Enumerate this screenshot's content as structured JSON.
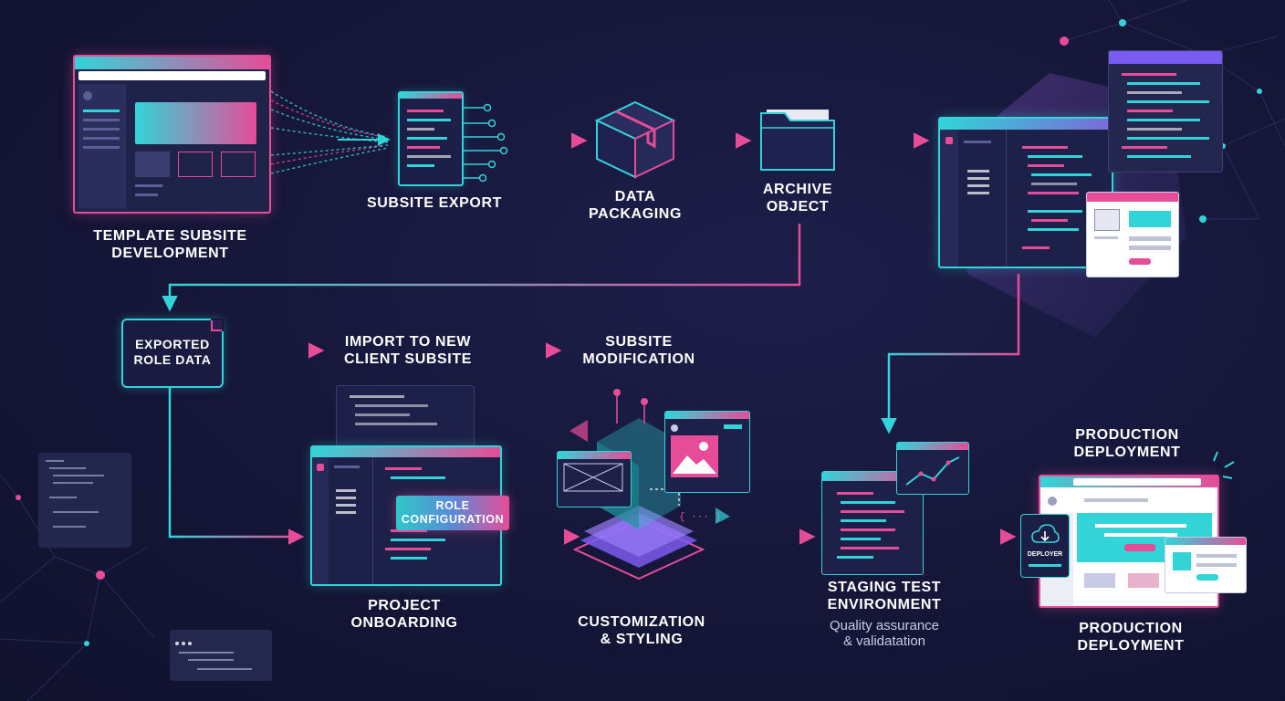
{
  "diagram": {
    "colors": {
      "background": "#151638",
      "teal": "#33d4d8",
      "pink": "#e64c97",
      "purple": "#7b5cf0",
      "panel": "#23264f"
    },
    "nodes": {
      "template_dev": {
        "line1": "TEMPLATE SUBSITE",
        "line2": "DEVELOPMENT"
      },
      "subsite_export": {
        "line1": "SUBSITE EXPORT"
      },
      "data_packaging": {
        "line1": "DATA",
        "line2": "PACKAGING"
      },
      "archive_object": {
        "line1": "ARCHIVE",
        "line2": "OBJECT"
      },
      "exported_role_data": {
        "line1": "EXPORTED",
        "line2": "ROLE DATA"
      },
      "import_client": {
        "line1": "IMPORT TO NEW",
        "line2": "CLIENT SUBSITE"
      },
      "subsite_modification": {
        "line1": "SUBSITE",
        "line2": "MODIFICATION"
      },
      "role_configuration": {
        "line1": "ROLE",
        "line2": "CONFIGURATION"
      },
      "project_onboarding": {
        "line1": "PROJECT",
        "line2": "ONBOARDING"
      },
      "customization": {
        "line1": "CUSTOMIZATION",
        "line2": "& STYLING"
      },
      "staging": {
        "line1": "STAGING TEST",
        "line2": "ENVIRONMENT",
        "sub1": "Quality assurance",
        "sub2": "& validatation"
      },
      "production_top": {
        "line1": "PRODUCTION",
        "line2": "DEPLOYMENT"
      },
      "production_bottom": {
        "line1": "PRODUCTION",
        "line2": "DEPLOYMENT"
      },
      "deployer": {
        "label": "DEPLOYER"
      }
    },
    "icons": [
      "browser-window-icon",
      "code-document-icon",
      "package-box-icon",
      "folder-icon",
      "code-editor-window-icon",
      "image-placeholder-icon",
      "layers-stack-icon",
      "line-chart-icon",
      "cloud-download-icon"
    ]
  }
}
